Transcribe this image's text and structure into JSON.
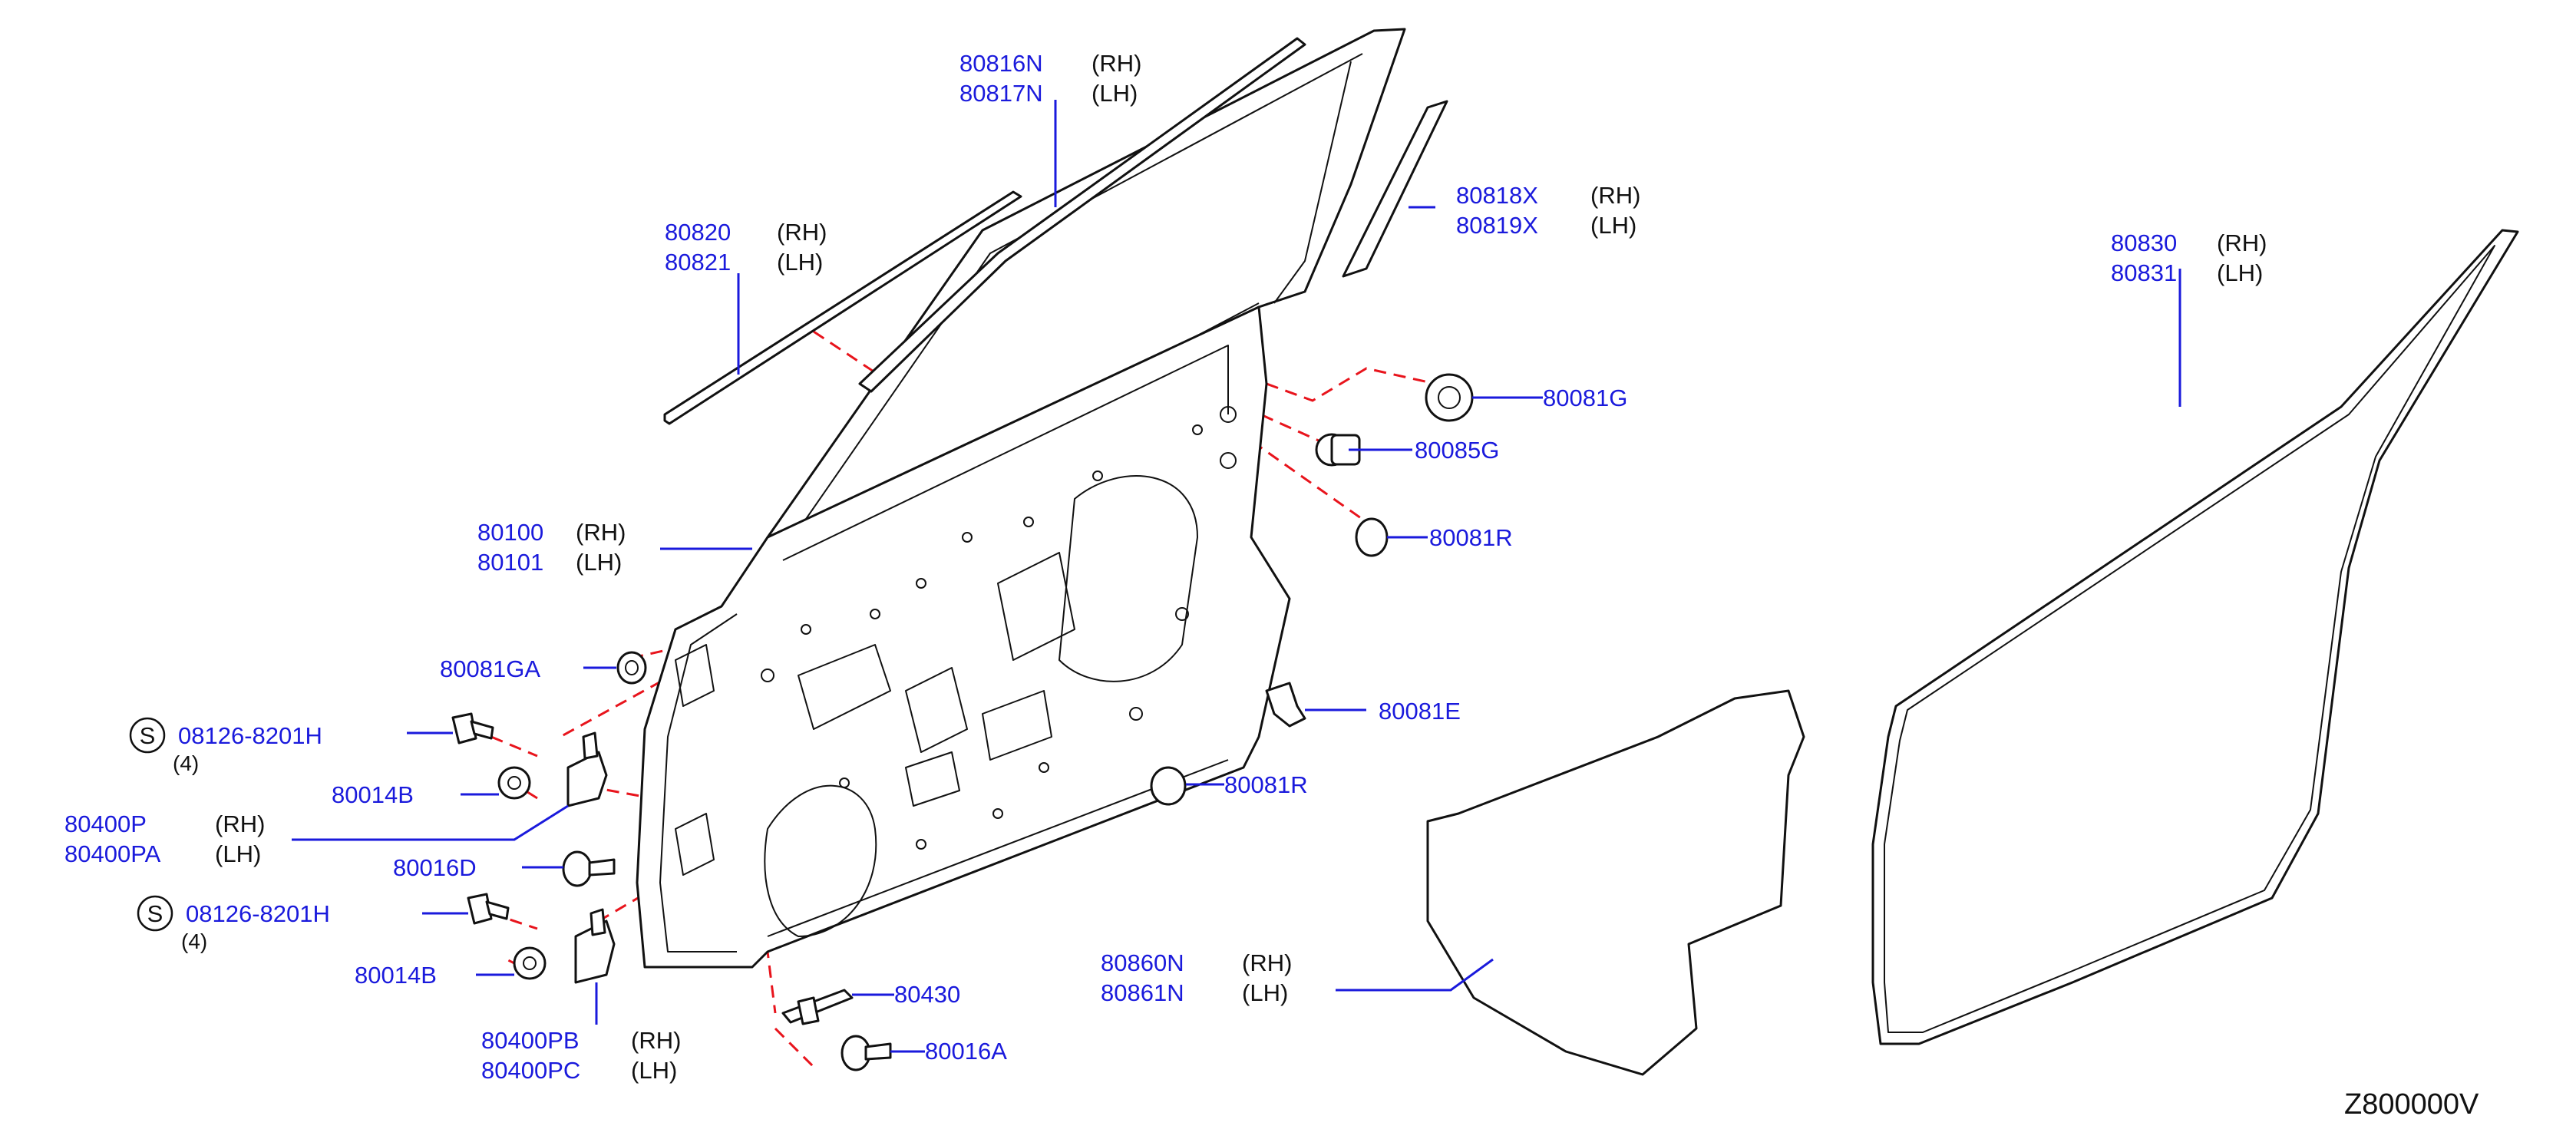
{
  "diagram": {
    "code": "Z800000V",
    "parts": {
      "sash_molding": {
        "rh": "80816N",
        "lh": "80817N",
        "rh_label": "(RH)",
        "lh_label": "(LH)"
      },
      "outer_molding": {
        "rh": "80820",
        "lh": "80821",
        "rh_label": "(RH)",
        "lh_label": "(LH)"
      },
      "pillar_tape": {
        "rh": "80818X",
        "lh": "80819X",
        "rh_label": "(RH)",
        "lh_label": "(LH)"
      },
      "weatherstrip": {
        "rh": "80830",
        "lh": "80831",
        "rh_label": "(RH)",
        "lh_label": "(LH)"
      },
      "grommet_g": "80081G",
      "bumper_rubber": "80085G",
      "plug_r_upper": "80081R",
      "door_panel": {
        "rh": "80100",
        "lh": "80101",
        "rh_label": "(RH)",
        "lh_label": "(LH)"
      },
      "grommet_ga": "80081GA",
      "clip_e": "80081E",
      "bolt_upper": {
        "symbol": "S",
        "number": "08126-8201H",
        "qty": "(4)"
      },
      "nut_upper": "80014B",
      "hinge_upper": {
        "rh": "80400P",
        "lh": "80400PA",
        "rh_label": "(RH)",
        "lh_label": "(LH)"
      },
      "plug_r_lower": "80081R",
      "bolt_d": "80016D",
      "bolt_lower": {
        "symbol": "S",
        "number": "08126-8201H",
        "qty": "(4)"
      },
      "nut_lower": "80014B",
      "hinge_lower": {
        "rh": "80400PB",
        "lh": "80400PC",
        "rh_label": "(RH)",
        "lh_label": "(LH)"
      },
      "check_link": "80430",
      "bolt_a": "80016A",
      "sealing_screen": {
        "rh": "80860N",
        "lh": "80861N",
        "rh_label": "(RH)",
        "lh_label": "(LH)"
      }
    }
  }
}
